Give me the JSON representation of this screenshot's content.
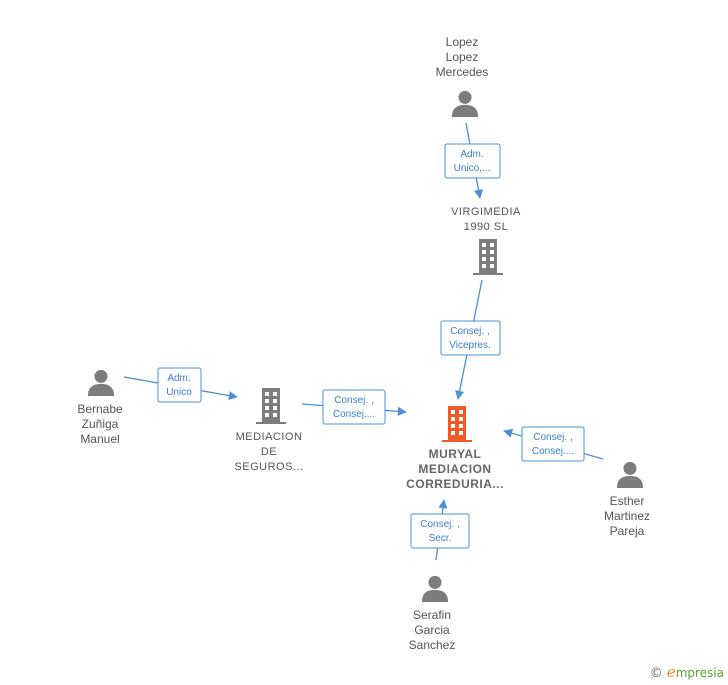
{
  "colors": {
    "edge": "#4a8fd8",
    "person": "#7d7d7d",
    "company": "#7d7d7d",
    "main_company": "#f05a28"
  },
  "nodes": {
    "lopez": {
      "lines": [
        "Lopez",
        "Lopez",
        "Mercedes"
      ],
      "icon": "person-icon"
    },
    "virgimedia": {
      "lines": [
        "VIRGIMEDIA",
        "1990  SL"
      ],
      "icon": "building-icon"
    },
    "bernabe": {
      "lines": [
        "Bernabe",
        "Zuñiga",
        "Manuel"
      ],
      "icon": "person-icon"
    },
    "mediacion": {
      "lines": [
        "MEDIACION",
        "DE",
        "SEGUROS..."
      ],
      "icon": "building-icon"
    },
    "muryal": {
      "lines": [
        "MURYAL",
        "MEDIACION",
        "CORREDURIA..."
      ],
      "icon": "building-icon"
    },
    "esther": {
      "lines": [
        "Esther",
        "Martinez",
        "Pareja"
      ],
      "icon": "person-icon"
    },
    "serafin": {
      "lines": [
        "Serafin",
        "Garcia",
        "Sanchez"
      ],
      "icon": "person-icon"
    }
  },
  "edges": {
    "lopez_virgimedia": [
      "Adm.",
      "Unico,..."
    ],
    "virgimedia_muryal": [
      "Consej. ,",
      "Vicepres."
    ],
    "bernabe_mediacion": [
      "Adm.",
      "Unico"
    ],
    "mediacion_muryal": [
      "Consej. ,",
      "Consej...."
    ],
    "esther_muryal": [
      "Consej. ,",
      "Consej...."
    ],
    "serafin_muryal": [
      "Consej. ,",
      "Secr."
    ]
  },
  "brand": {
    "copyright": "©",
    "initial": "e",
    "rest": "mpresia"
  }
}
